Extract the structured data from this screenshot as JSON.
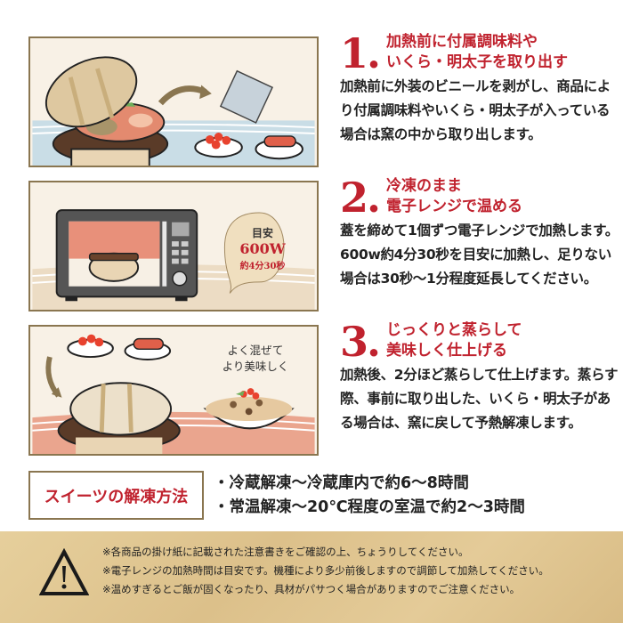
{
  "steps": [
    {
      "number": "1.",
      "title_line1": "加熱前に付属調味料や",
      "title_line2": "いくら・明太子を取り出す",
      "body": "加熱前に外装のビニールを剥がし、商品により付属調味料やいくら・明太子が入っている場合は窯の中から取り出します。",
      "illustration": "pot-lid-open-seasoning-packet-ikura-mentaiko"
    },
    {
      "number": "2.",
      "title_line1": "冷凍のまま",
      "title_line2": "電子レンジで温める",
      "body": "蓋を締めて1個ずつ電子レンジで加熱します。600w約4分30秒を目安に加熱し、足りない場合は30秒～1分程度延長してください。",
      "illustration": "microwave-with-pot",
      "bubble": {
        "label": "目安",
        "watt": "600W",
        "time": "約4分30秒"
      }
    },
    {
      "number": "3.",
      "title_line1": "じっくりと蒸らして",
      "title_line2": "美味しく仕上げる",
      "body": "加熱後、2分ほど蒸らして仕上げます。蒸らす際、事前に取り出した、いくら・明太子がある場合は、窯に戻して予熱解凍します。",
      "illustration": "pot-and-rice-bowl",
      "caption_line1": "よく混ぜて",
      "caption_line2": "より美味しく"
    }
  ],
  "thaw": {
    "label": "スイーツの解凍方法",
    "items": [
      "・冷蔵解凍～冷蔵庫内で約6～8時間",
      "・常温解凍～20℃程度の室温で約2～3時間"
    ]
  },
  "notice": {
    "icon": "warning-triangle-icon",
    "lines": [
      "※各商品の掛け紙に記載された注意書きをご確認の上、ちょうりしてください。",
      "※電子レンジの加熱時間は目安です。機種により多少前後しますので調節して加熱してください。",
      "※温めすぎるとご飯が固くなったり、具材がパサつく場合がありますのでご注意ください。"
    ]
  },
  "colors": {
    "accent_red": "#c0222e",
    "frame_brown": "#8a7650",
    "notice_bg": "#dfc48f"
  }
}
